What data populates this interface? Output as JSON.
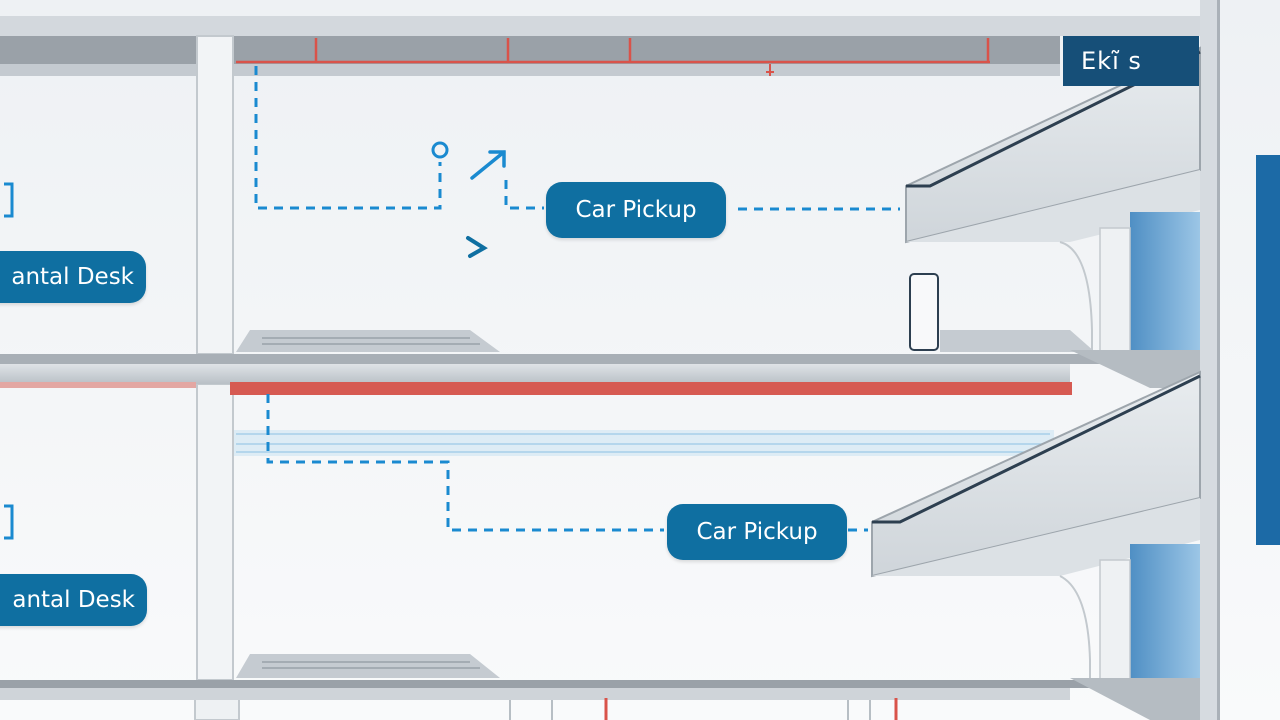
{
  "diagram": {
    "colors": {
      "accent_blue": "#0f6fa1",
      "dark_navy": "#164f78",
      "route_line": "#1a8ad0",
      "red_line": "#d9534a",
      "concrete": "#c9ced3"
    },
    "exit_sign": {
      "label": "Ekı̃ s"
    },
    "upper_level": {
      "left_label": "antal Desk",
      "pickup_label": "Car Pickup"
    },
    "lower_level": {
      "left_label": "antal Desk",
      "pickup_label": "Car Pickup"
    }
  }
}
